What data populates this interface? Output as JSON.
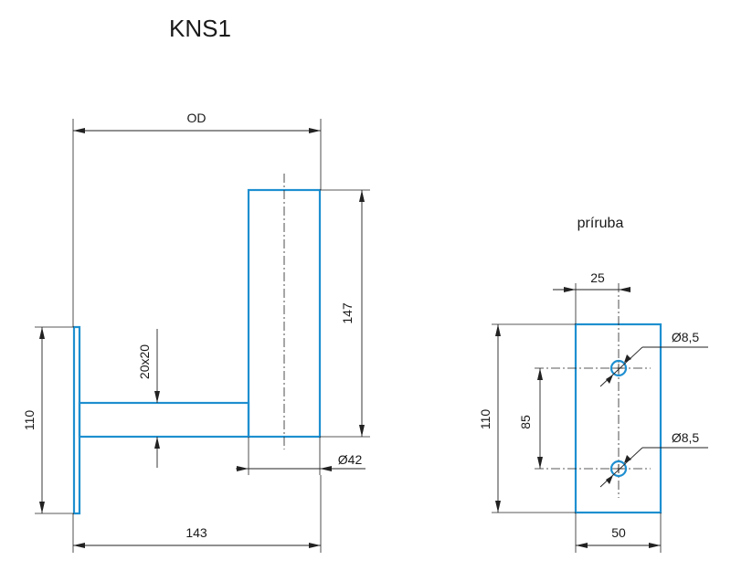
{
  "title": "KNS1",
  "flange_label": "príruba",
  "dimensions": {
    "od": "OD",
    "height_147": "147",
    "tube_section": "20x20",
    "plate_height": "110",
    "pipe_diameter": "Ø42",
    "length_143": "143",
    "flange_width_25": "25",
    "hole_diameter_top": "Ø8,5",
    "hole_diameter_bottom": "Ø8,5",
    "hole_spacing": "85",
    "flange_height": "110",
    "flange_width_50": "50"
  },
  "colors": {
    "part_outline": "#1e8fd0",
    "dimension_lines": "#222222"
  }
}
